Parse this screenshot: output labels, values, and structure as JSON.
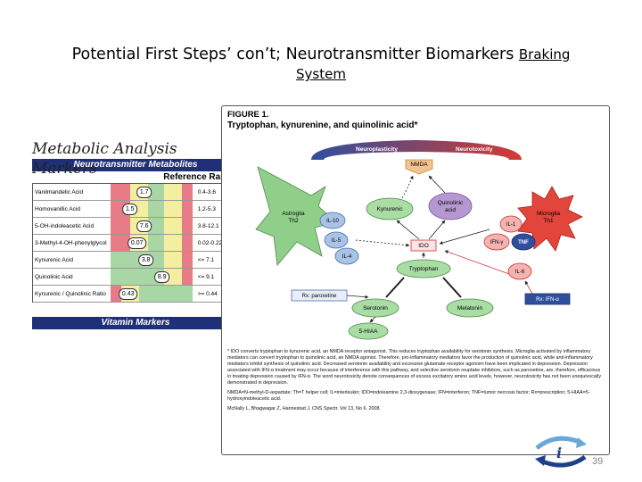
{
  "slide": {
    "title_main": "Potential First Steps’ con’t;  Neurotransmitter Biomarkers ",
    "title_underlined_1": "Braking",
    "title_underlined_2": "System",
    "page_number": "39"
  },
  "metabolic": {
    "title": "Metabolic Analysis Markers",
    "section_header": "Neurotransmitter Metabolites",
    "reference_header": "Reference Range",
    "rows": [
      {
        "name": "Vanilmandelic Acid",
        "value": "1.7",
        "ref": "0.4-3.6"
      },
      {
        "name": "Homovanillic Acid",
        "value": "1.5",
        "ref": "1.2-5.3"
      },
      {
        "name": "5-OH-indoleacetic Acid",
        "value": "7.6",
        "ref": "3.8-12.1"
      },
      {
        "name": "3-Methyl-4-OH-phenylglycol",
        "value": "0.07",
        "ref": "0.02-0.22"
      },
      {
        "name": "Kynurenic Acid",
        "value": "3.8",
        "ref": "<= 7.1"
      },
      {
        "name": "Quinolinic Acid",
        "value": "8.9",
        "ref": "<= 9.1"
      },
      {
        "name": "Kynurenic / Quinolinic Ratio",
        "value": "0.43",
        "ref": ">= 0.44"
      }
    ],
    "footer_header": "Vitamin Markers"
  },
  "figure": {
    "label": "FIGURE 1.",
    "title": "Tryptophan, kynurenine, and quinolinic acid*",
    "nodes": {
      "neuroplasticity": "Neuroplasticity",
      "neurotoxicity": "Neurotoxicity",
      "nmda": "NMDA",
      "kynurenic": "Kynurenic",
      "quinolinic_1": "Quinolinic",
      "quinolinic_2": "acid",
      "astroglia_1": "Astroglia",
      "astroglia_2": "Th2",
      "il10": "IL-10",
      "il5": "IL-5",
      "il4": "IL-4",
      "ido": "IDO",
      "microglia_1": "Microglia",
      "microglia_2": "Th1",
      "il1": "IL-1",
      "ifn_g": "IFN-γ",
      "tnf": "TNF",
      "tryptophan": "Tryptophan",
      "il6": "IL-6",
      "rx_paroxetine": "Rx: paroxetine",
      "serotonin": "Serotonin",
      "melatonin": "Melatonin",
      "rx_ifn": "Rx: IFN-α",
      "hiaa": "5-HIAA"
    },
    "note": "* IDO converts tryptophan to kynurenic acid, an NMDA receptor antagonist. This reduces tryptophan availability for serotonin synthesis. Microglia activated by inflammatory mediators can convert tryptophan to quinolinic acid, an NMDA agonist. Therefore, pro-inflammatory mediators favor the production of quinolinic acid, while anti-inflammatory mediators inhibit synthesis of quinolinic acid. Decreased serotonin availability and excessive glutamate receptor agonism have been implicated in depression. Depression associated with IFN-α treatment may occur because of interference with this pathway, and selective serotonin reuptake inhibitors, such as paroxetine, are, therefore, efficacious in treating depression caused by IFN-α. The word neurotoxicity denote consequences of excess excitatory amino acid levels, however, neurotoxicity has not been unequivocally demonstrated in depression.",
    "abbreviations": "NMDA=N-methyl-D-aspartate; Th=T helper cell; IL=interleukin; IDO=indoleamine 2,3-dioxygenase; IFN=interferon; TNF=tumor necrosis factor; Rx=prescription; 5-HIAA=5-hydroxyindoleacetic acid.",
    "citation": "McNally L, Bhagwagar Z, Hannestad J. CNS Spectr. Vol 13, No 6. 2008."
  },
  "colors": {
    "navy": "#1f2f78",
    "red_band": "#e77b86",
    "yellow_band": "#f4eea0",
    "green_band": "#a8d6a5",
    "astroglia_green": "#8fcf8a",
    "microglia_red": "#e2453b",
    "purple": "#b598d1",
    "il_blue": "#a9c3e6"
  },
  "icons": {
    "logo": "cycle-info-icon"
  }
}
